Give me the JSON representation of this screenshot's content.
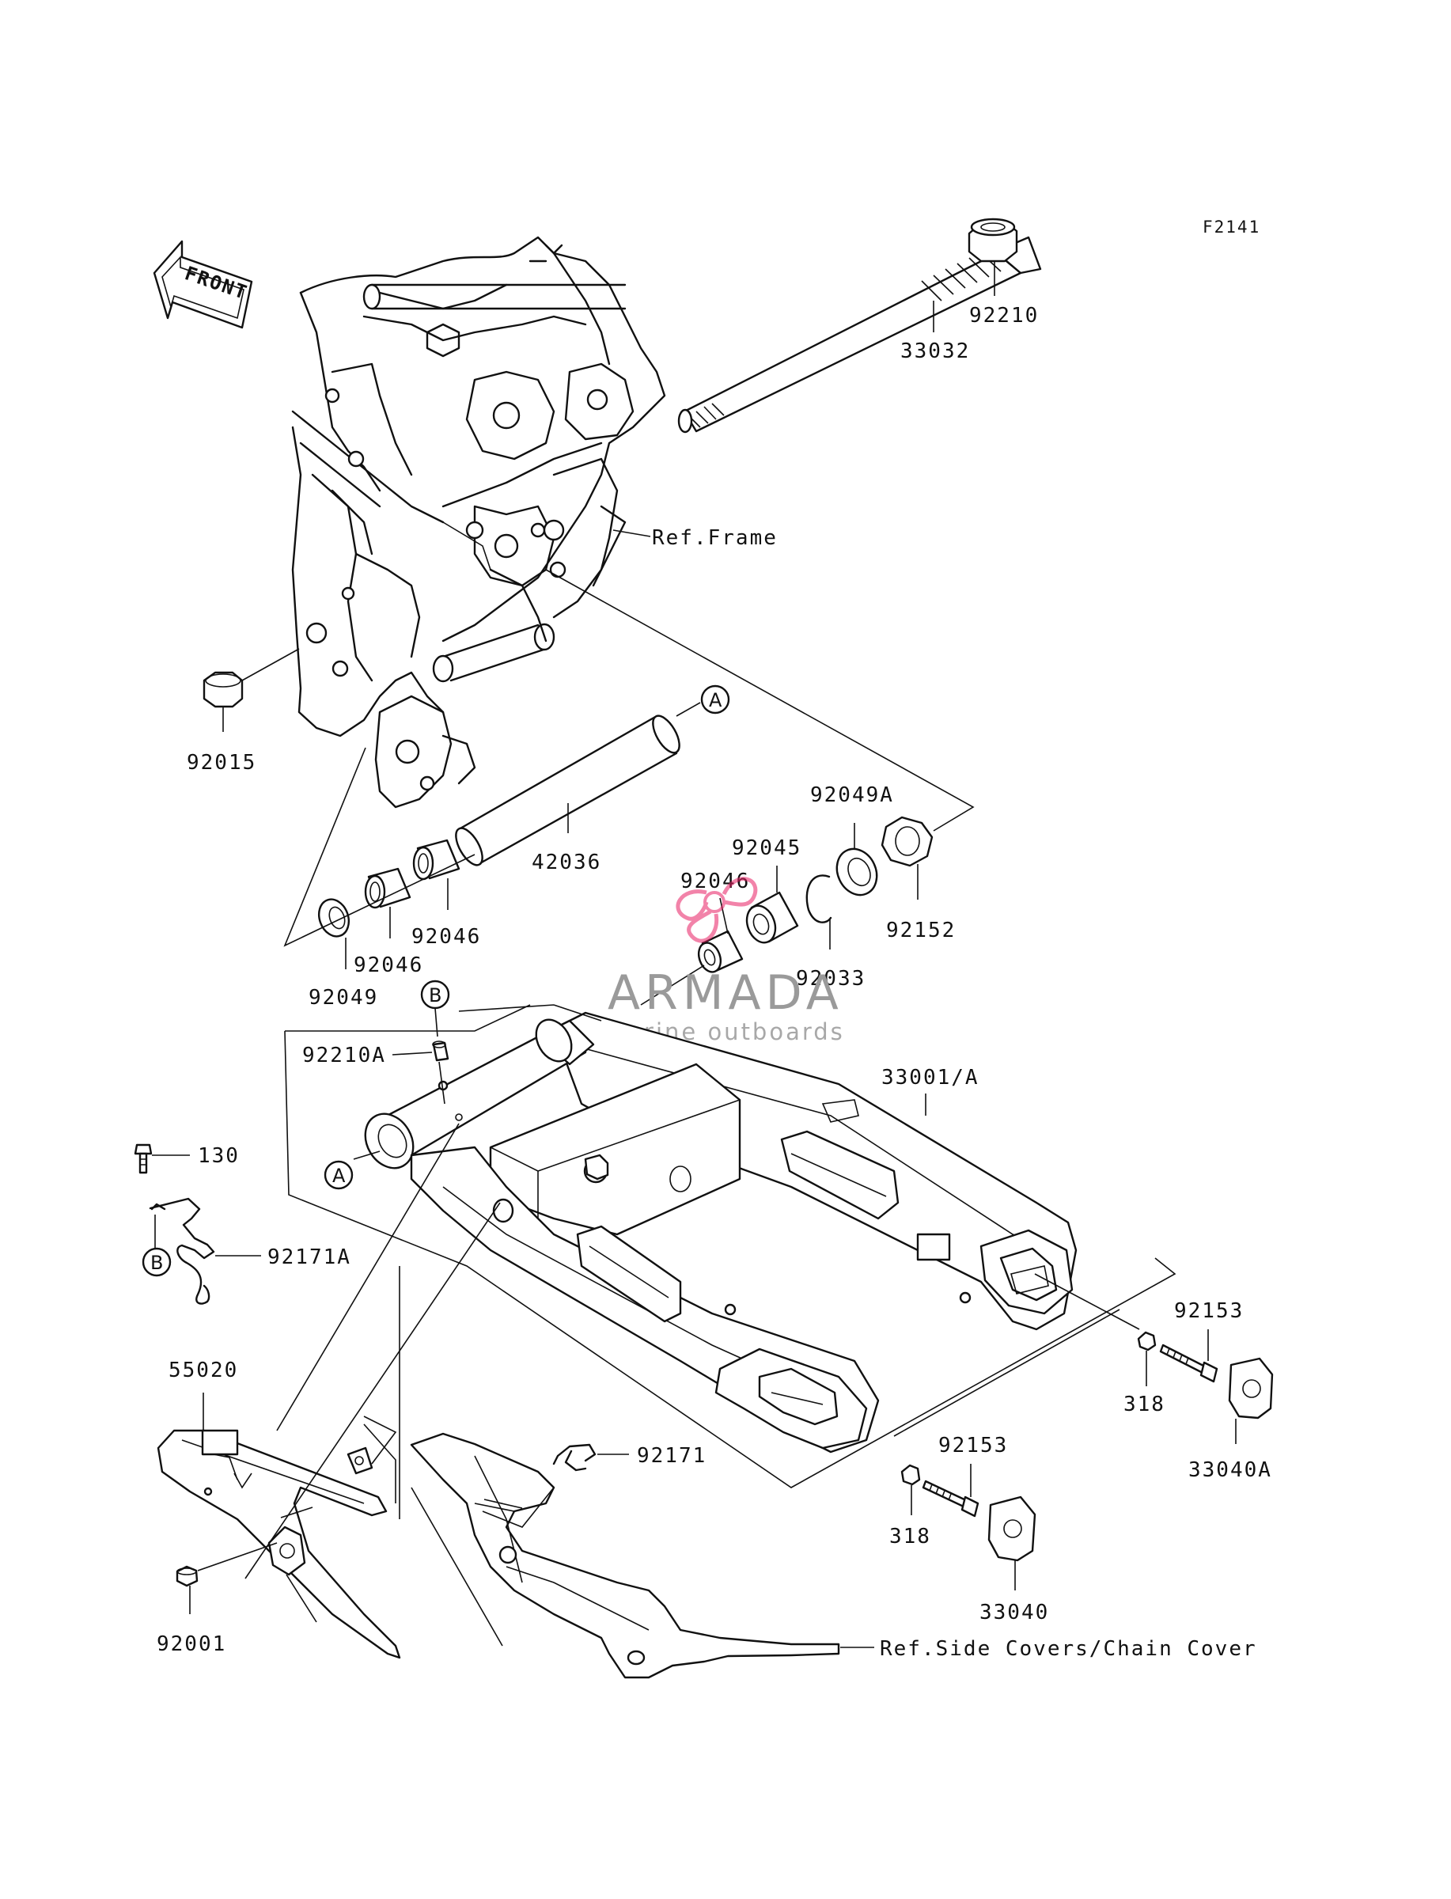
{
  "diagram_code": "F2141",
  "front_arrow": {
    "label": "FRONT",
    "icon": "front-arrow-icon"
  },
  "refs": {
    "frame": "Ref.Frame",
    "side_covers": "Ref.Side Covers/Chain Cover"
  },
  "watermark": {
    "title": "ARMADA",
    "subtitle": "marine outboards",
    "logo_color": "#e91e63",
    "text_color": "#9a9a9a"
  },
  "markers": {
    "a": "A",
    "b": "B"
  },
  "parts": {
    "p92210": "92210",
    "p33032": "33032",
    "p92015": "92015",
    "p42036": "42036",
    "p92049A": "92049A",
    "p92045": "92045",
    "p92046_center": "92046",
    "p92152": "92152",
    "p92033": "92033",
    "p92046_left_upper": "92046",
    "p92046_left_lower": "92046",
    "p92049": "92049",
    "p92210A": "92210A",
    "p33001A": "33001/A",
    "p130": "130",
    "p92171A": "92171A",
    "p92153_right": "92153",
    "p318_right": "318",
    "p33040A": "33040A",
    "p55020": "55020",
    "p92171": "92171",
    "p92153_lower": "92153",
    "p318_lower": "318",
    "p33040": "33040",
    "p92001": "92001"
  }
}
